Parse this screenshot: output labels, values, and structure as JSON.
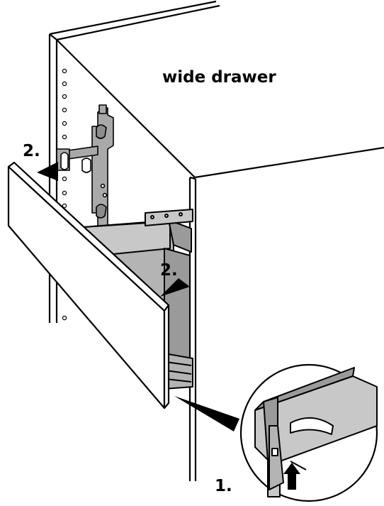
{
  "labels": {
    "title": "wide drawer",
    "step_front": "2.",
    "step_pull": "2.",
    "step_release": "1."
  },
  "colors": {
    "line": "#000000",
    "background": "#ffffff",
    "metal": "#a9a9a9",
    "metal_dark": "#8c8c8c",
    "drawer_interior": "#c8c8c8",
    "drawer_floor": "#b4b4b4",
    "rail": "#9a9a9a"
  },
  "icons": {
    "pull_arrow": "triangle-left-arrow",
    "push_arrow": "arrow-up-icon"
  }
}
